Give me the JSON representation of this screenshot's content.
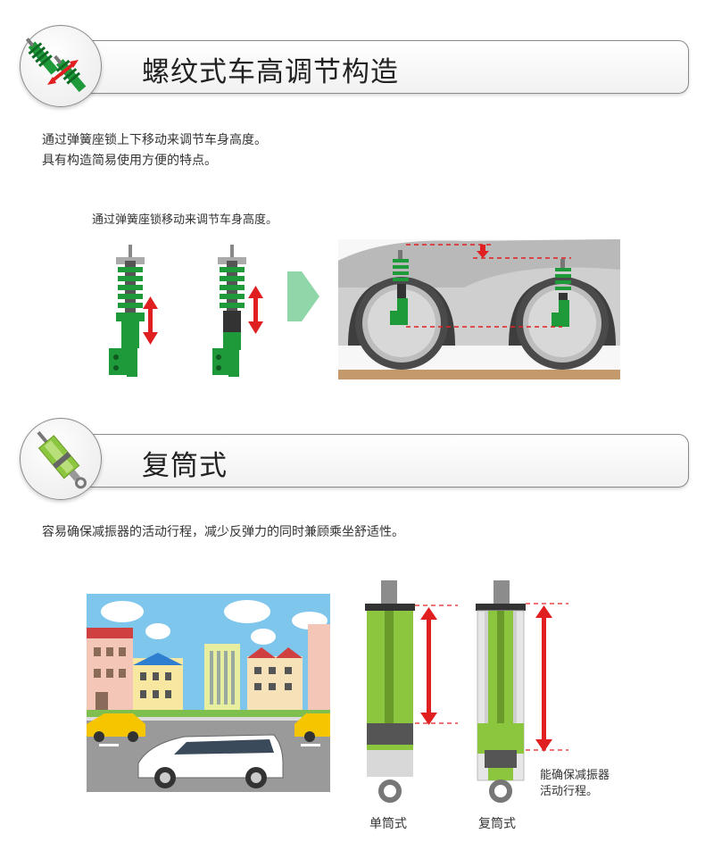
{
  "section1": {
    "title": "螺纹式车高调节构造",
    "desc_line1": "通过弹簧座锁上下移动来调节车身高度。",
    "desc_line2": "具有构造简易使用方便的特点。",
    "caption": "通过弹簧座锁移动来调节车身高度。"
  },
  "section2": {
    "title": "复筒式",
    "desc": "容易确保减振器的活动行程，减少反弹力的同时兼顾乘坐舒适性。",
    "note_line1": "能确保减振器",
    "note_line2": "活动行程。",
    "label_mono": "单筒式",
    "label_twin": "复筒式"
  },
  "colors": {
    "green": "#1f9a3a",
    "lime": "#8cc63f",
    "red_arrow": "#e02020",
    "arrow_green": "#8fd6a8",
    "ground": "#c49a6c"
  },
  "icons": {
    "section1_badge": "coilover-adjust-icon",
    "section2_badge": "twin-tube-shock-icon"
  }
}
